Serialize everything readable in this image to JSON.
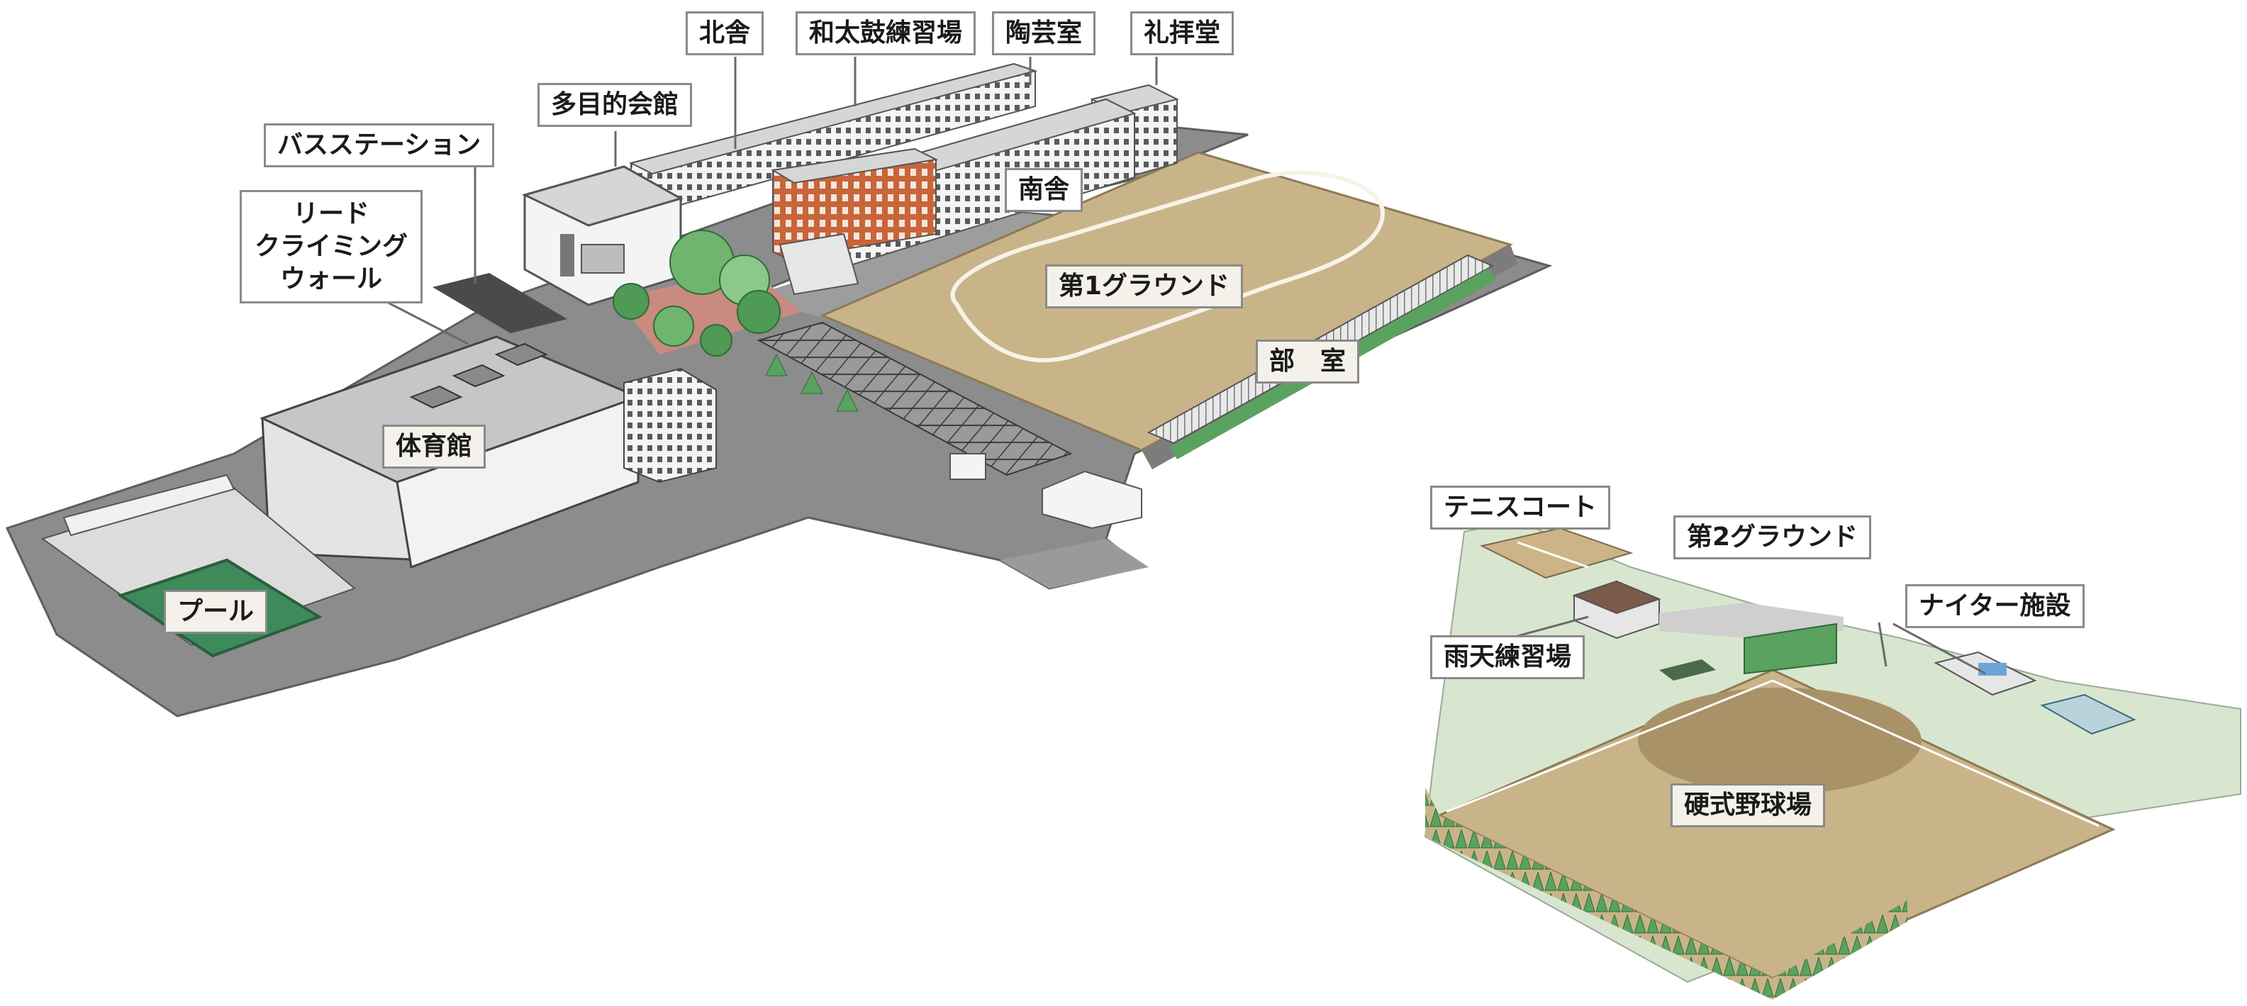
{
  "map": {
    "labels": {
      "kitasha": "北舎",
      "wadaiko": "和太鼓練習場",
      "tougei": "陶芸室",
      "reihaido": "礼拝堂",
      "tamokuteki": "多目的会館",
      "bus_station": "バスステーション",
      "lead_climbing": "リード\nクライミング\nウォール",
      "minamisha": "南舎",
      "ground1": "第1グラウンド",
      "bushitsu": "部　室",
      "taiikukan": "体育館",
      "pool": "プール",
      "tennis": "テニスコート",
      "ground2": "第2グラウンド",
      "nighter": "ナイター施設",
      "uten": "雨天練習場",
      "baseball": "硬式野球場"
    },
    "colors": {
      "road": "#8c8c8c",
      "road_dark": "#6f6f6f",
      "ground": "#c9b48a",
      "ground_dark": "#a99268",
      "grass": "#d8e6cf",
      "tree": "#4f9a55",
      "tree_light": "#8cc88a",
      "building": "#f4f4f4",
      "building_shade": "#d6d6d6",
      "brick": "#c8653a",
      "pool_water": "#3e8a5b",
      "label_border": "#8a8a8a"
    }
  }
}
